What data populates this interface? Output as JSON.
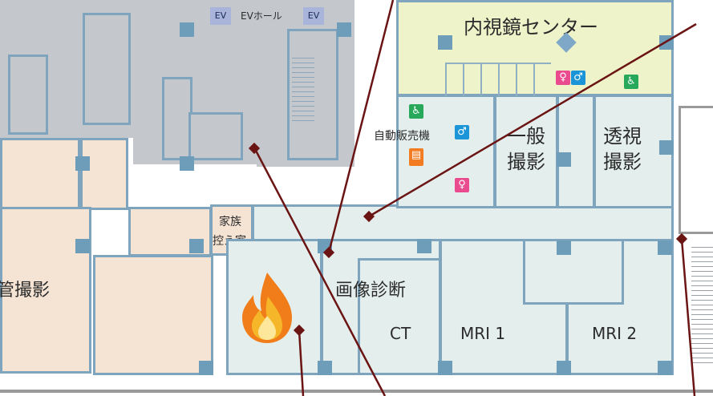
{
  "colors": {
    "wall": "#7fa4bd",
    "pillar": "#6e9dba",
    "gray_zone": "#c4c8cd",
    "clinic_zone": "#e4efed",
    "tan_zone": "#f5e3d4",
    "endoscopy_zone": "#eef3c9",
    "pointer_line": "#6b1414",
    "elevator": "#a9b4da"
  },
  "elevators": {
    "left": "EV",
    "hall": "EVホール",
    "right": "EV"
  },
  "rooms": {
    "endoscopy_center": "内視鏡センター",
    "general_xray": [
      "一般",
      "撮影"
    ],
    "fluoroscopy": [
      "透視",
      "撮影"
    ],
    "family_waiting": [
      "家族",
      "控え室"
    ],
    "angiography_partial": "管撮影",
    "imaging_diagnosis": "画像診断",
    "ct": "CT",
    "mri1": "MRI 1",
    "mri2": "MRI 2"
  },
  "facilities": {
    "vending_machine": "自動販売機"
  },
  "icons": {
    "wheelchair": "wheelchair-accessible-toilet-icon",
    "male_toilet": "male-toilet-icon",
    "female_toilet": "female-toilet-icon",
    "vending": "vending-machine-icon",
    "fire": "fire-icon",
    "marker": "location-marker-icon"
  }
}
